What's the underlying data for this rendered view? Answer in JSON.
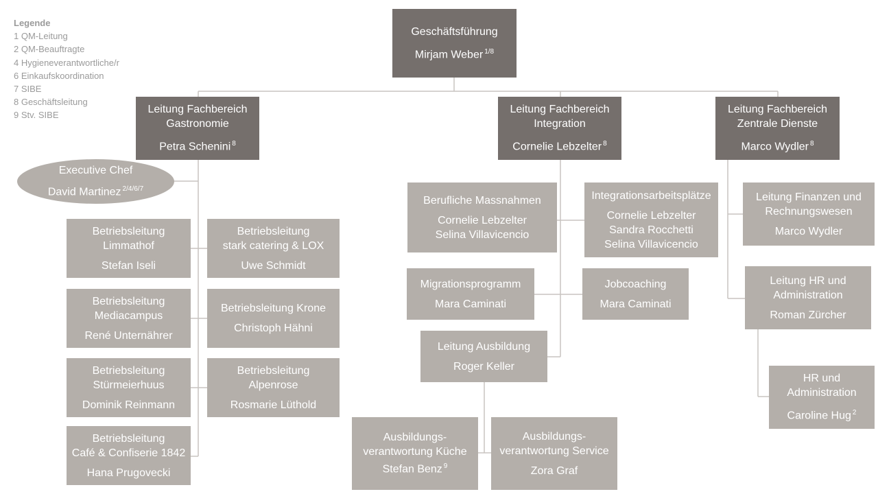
{
  "legend": {
    "title": "Legende",
    "items": [
      "1 QM-Leitung",
      "2 QM-Beauftragte",
      "4 Hygieneverantwortliche/r",
      "6 Einkaufskoordination",
      "7 SIBE",
      "8 Geschäftsleitung",
      "9 Stv. SIBE"
    ]
  },
  "colors": {
    "dark_box": "#756f6c",
    "light_box": "#b4afaa",
    "connector": "#c8c4c0"
  },
  "nodes": {
    "ceo": {
      "title": "Geschäftsführung",
      "name": "Mirjam Weber",
      "sup": "1/8"
    },
    "gastro": {
      "title1": "Leitung Fachbereich",
      "title2": "Gastronomie",
      "name": "Petra Schenini",
      "sup": "8"
    },
    "integration": {
      "title1": "Leitung Fachbereich",
      "title2": "Integration",
      "name": "Cornelie Lebzelter",
      "sup": "8"
    },
    "zentral": {
      "title1": "Leitung Fachbereich",
      "title2": "Zentrale Dienste",
      "name": "Marco Wydler",
      "sup": "8"
    },
    "chef": {
      "title": "Executive Chef",
      "name": "David Martinez",
      "sup": "2/4/6/7"
    },
    "limmathof": {
      "title1": "Betriebsleitung",
      "title2": "Limmathof",
      "name": "Stefan Iseli"
    },
    "stark": {
      "title1": "Betriebsleitung",
      "title2": "stark catering & LOX",
      "name": "Uwe Schmidt"
    },
    "mediacampus": {
      "title1": "Betriebsleitung",
      "title2": "Mediacampus",
      "name": "René Unternährer"
    },
    "krone": {
      "title": "Betriebsleitung Krone",
      "name": "Christoph Hähni"
    },
    "stuermeier": {
      "title1": "Betriebsleitung",
      "title2": "Stürmeierhuus",
      "name": "Dominik Reinmann"
    },
    "alpenrose": {
      "title1": "Betriebsleitung",
      "title2": "Alpenrose",
      "name": "Rosmarie Lüthold"
    },
    "cafe": {
      "title1": "Betriebsleitung",
      "title2": "Café & Confiserie 1842",
      "name": "Hana Prugovecki"
    },
    "berufliche": {
      "title": "Berufliche Massnahmen",
      "name1": "Cornelie Lebzelter",
      "name2": "Selina Villavicencio"
    },
    "iap": {
      "title": "Integrationsarbeitsplätze",
      "name1": "Cornelie Lebzelter",
      "name2": "Sandra Rocchetti",
      "name3": "Selina Villavicencio"
    },
    "migration": {
      "title": "Migrationsprogramm",
      "name": "Mara Caminati"
    },
    "jobcoaching": {
      "title": "Jobcoaching",
      "name": "Mara Caminati"
    },
    "ausbildung": {
      "title": "Leitung Ausbildung",
      "name": "Roger Keller"
    },
    "ausb_kueche": {
      "title1": "Ausbildungs-",
      "title2": "verantwortung Küche",
      "name": "Stefan Benz",
      "sup": "9"
    },
    "ausb_service": {
      "title1": "Ausbildungs-",
      "title2": "verantwortung Service",
      "name": "Zora Graf"
    },
    "finanzen": {
      "title1": "Leitung Finanzen und",
      "title2": "Rechnungswesen",
      "name": "Marco Wydler"
    },
    "hr_lead": {
      "title1": "Leitung HR und",
      "title2": "Administration",
      "name": "Roman Zürcher"
    },
    "hr_admin": {
      "title1": "HR und",
      "title2": "Administration",
      "name": "Caroline Hug",
      "sup": "2"
    }
  }
}
